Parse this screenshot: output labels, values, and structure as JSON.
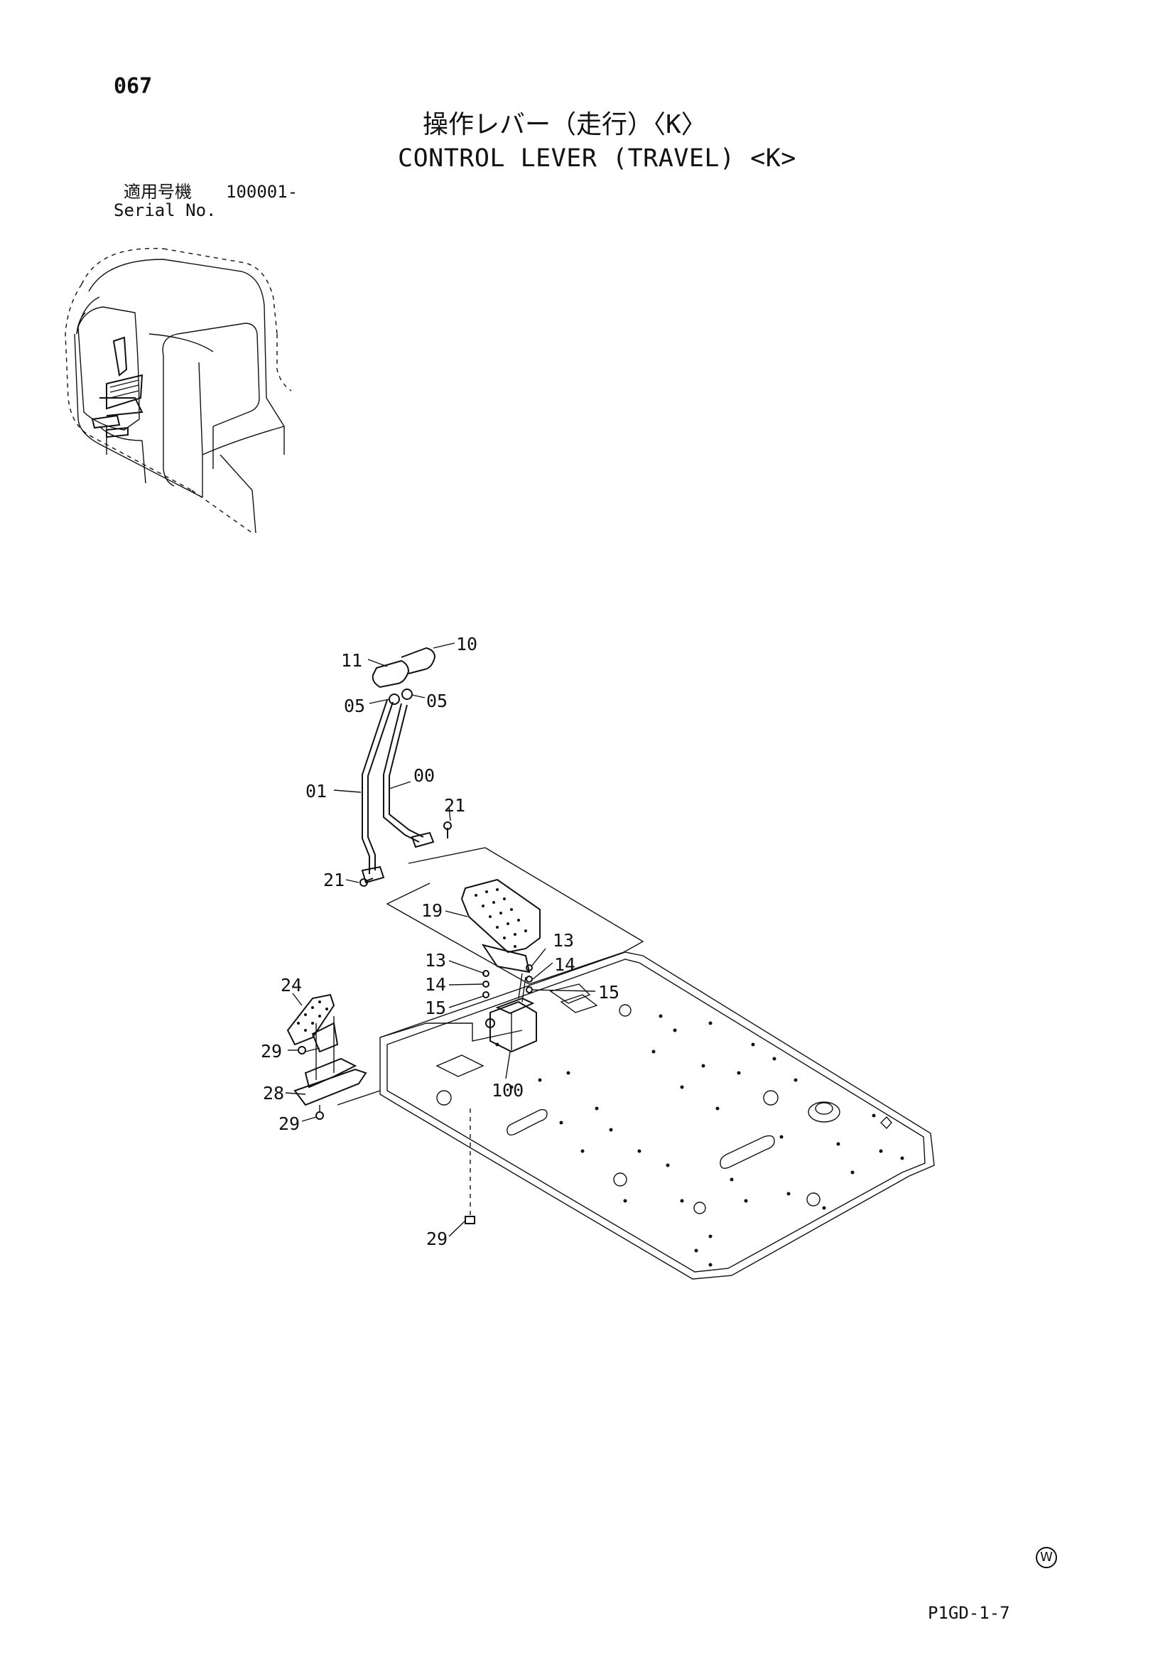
{
  "page": {
    "number": "067",
    "title_jp": "操作レバー（走行）〈K〉",
    "title_en": "CONTROL LEVER (TRAVEL) <K>",
    "serial_label_jp": "適用号機",
    "serial_range": "100001-",
    "serial_label_en": "Serial No.",
    "stamp": "W",
    "drawing_code": "P1GD-1-7"
  },
  "callouts": [
    "11",
    "10",
    "05",
    "05",
    "01",
    "00",
    "21",
    "21",
    "19",
    "13",
    "13",
    "14",
    "14",
    "15",
    "15",
    "24",
    "29",
    "28",
    "29",
    "100",
    "29"
  ]
}
